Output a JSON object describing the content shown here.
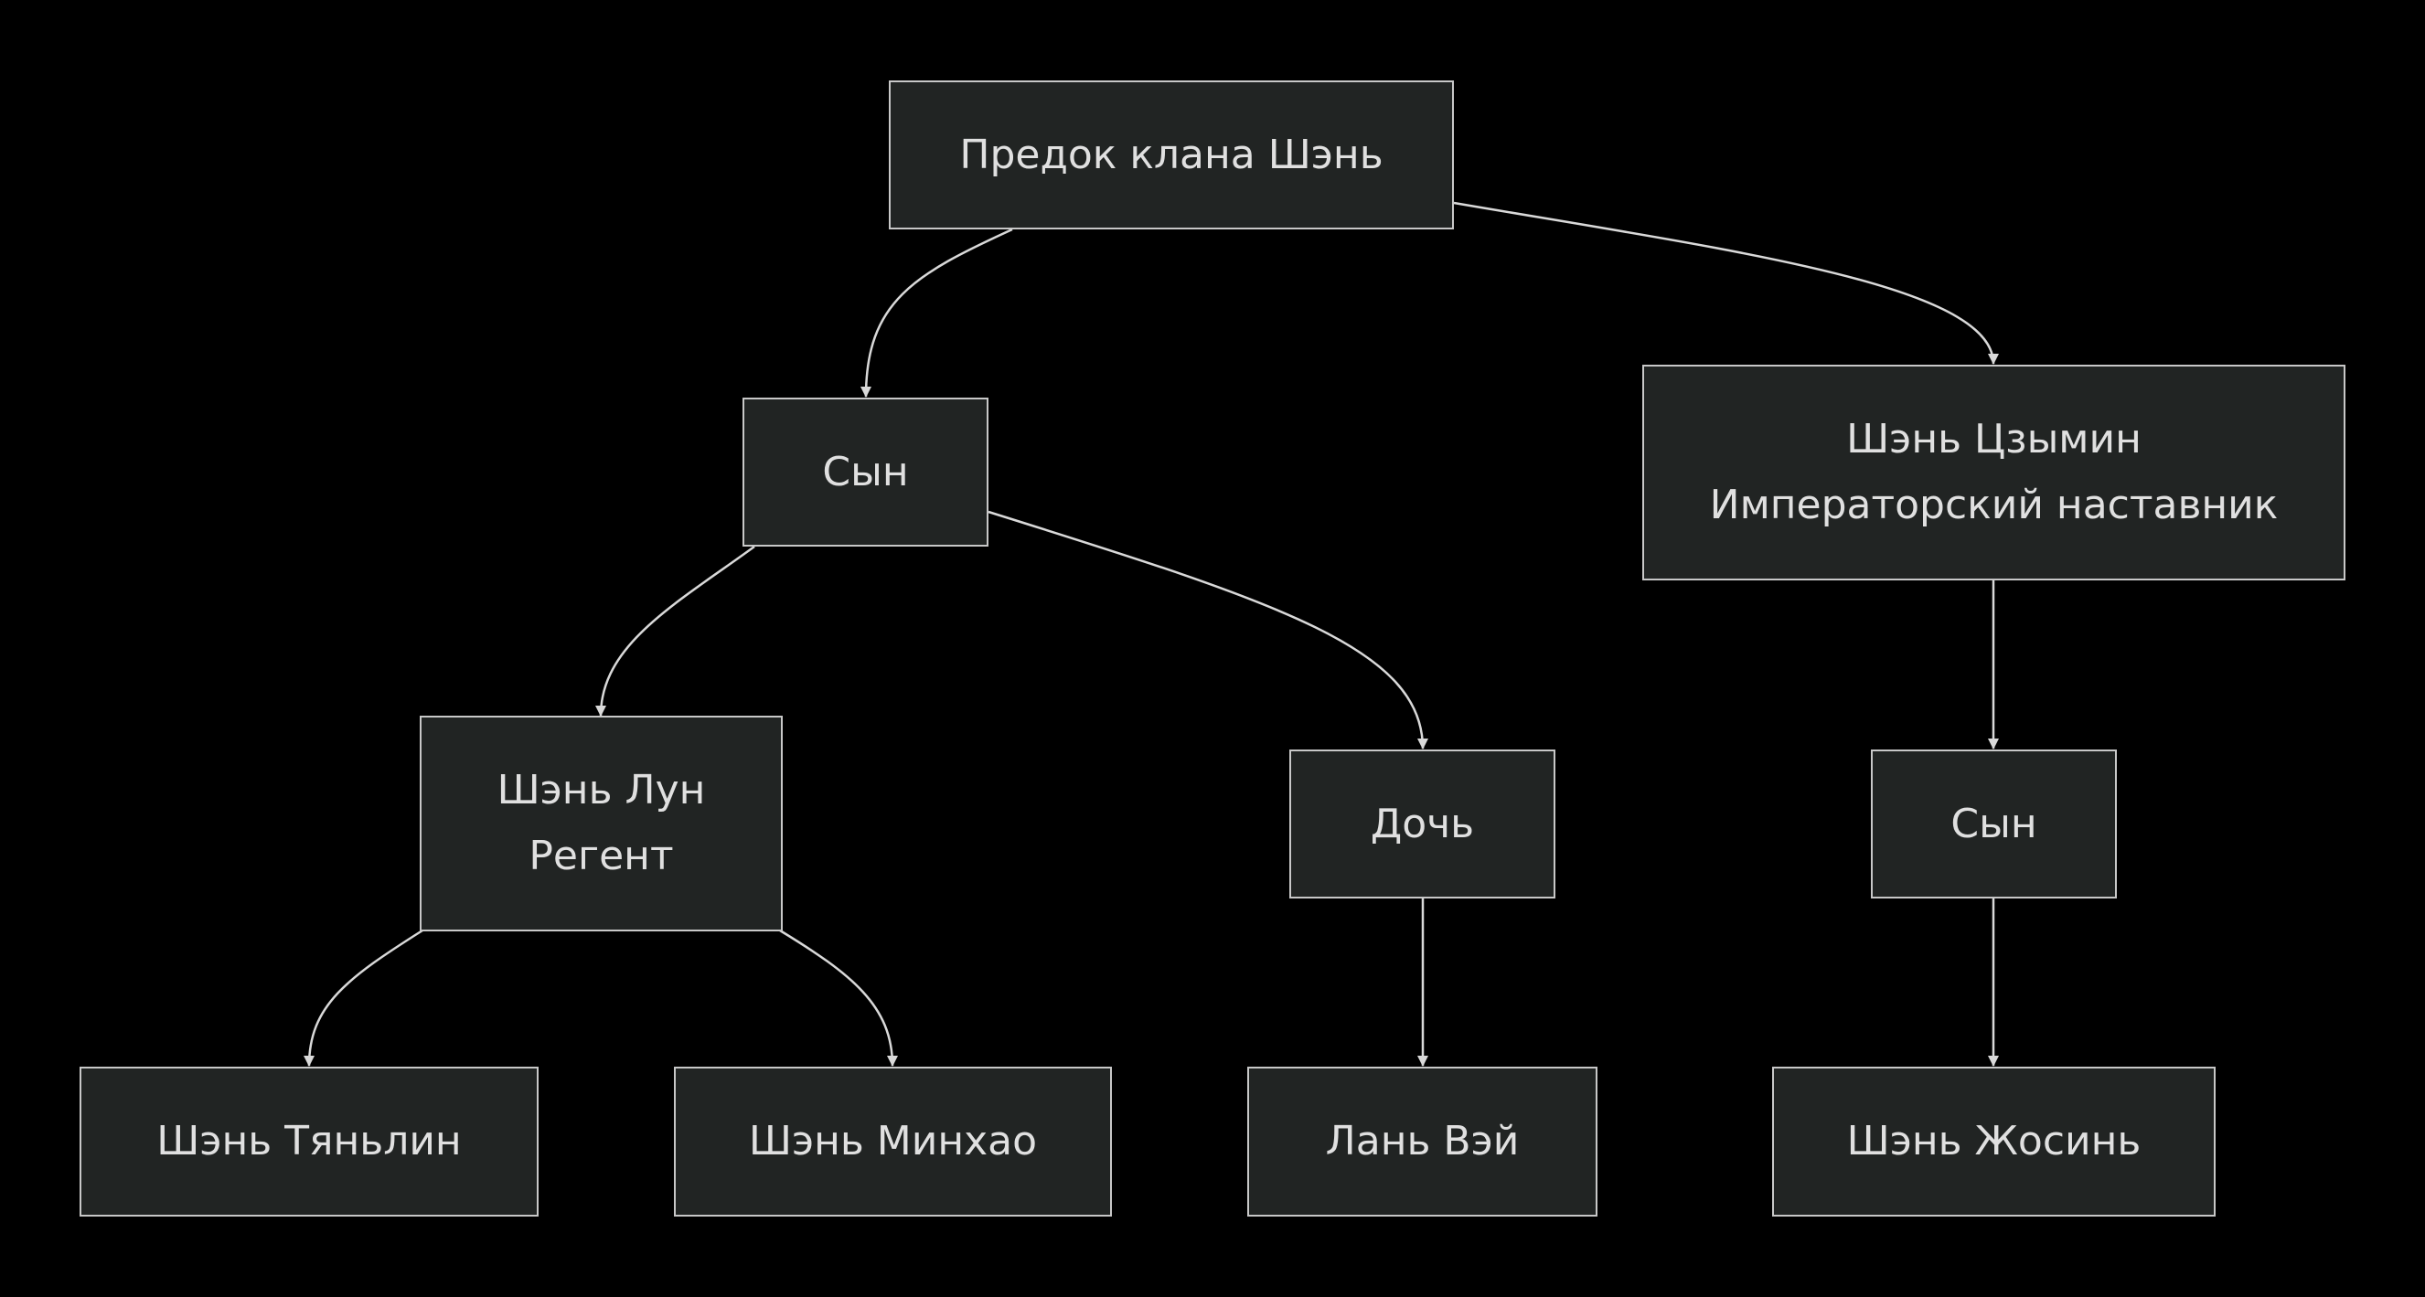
{
  "colors": {
    "background": "#000000",
    "node_fill": "#212423",
    "node_border": "#c8c8c8",
    "edge": "#d9d9d9",
    "text": "#e0e0e0"
  },
  "nodes": {
    "ancestor": {
      "line1": "Предок клана Шэнь"
    },
    "son1": {
      "line1": "Сын"
    },
    "zimin": {
      "line1": "Шэнь Цзымин",
      "line2": "Императорский наставник"
    },
    "lun": {
      "line1": "Шэнь Лун",
      "line2": "Регент"
    },
    "daughter": {
      "line1": "Дочь"
    },
    "son2": {
      "line1": "Сын"
    },
    "tianlin": {
      "line1": "Шэнь Тяньлин"
    },
    "minghao": {
      "line1": "Шэнь Минхао"
    },
    "lanwei": {
      "line1": "Лань Вэй"
    },
    "ruoxin": {
      "line1": "Шэнь Жосинь"
    }
  },
  "edges": [
    {
      "from": "ancestor",
      "to": "son1"
    },
    {
      "from": "ancestor",
      "to": "zimin"
    },
    {
      "from": "son1",
      "to": "lun"
    },
    {
      "from": "son1",
      "to": "daughter"
    },
    {
      "from": "zimin",
      "to": "son2"
    },
    {
      "from": "lun",
      "to": "tianlin"
    },
    {
      "from": "lun",
      "to": "minghao"
    },
    {
      "from": "daughter",
      "to": "lanwei"
    },
    {
      "from": "son2",
      "to": "ruoxin"
    }
  ]
}
